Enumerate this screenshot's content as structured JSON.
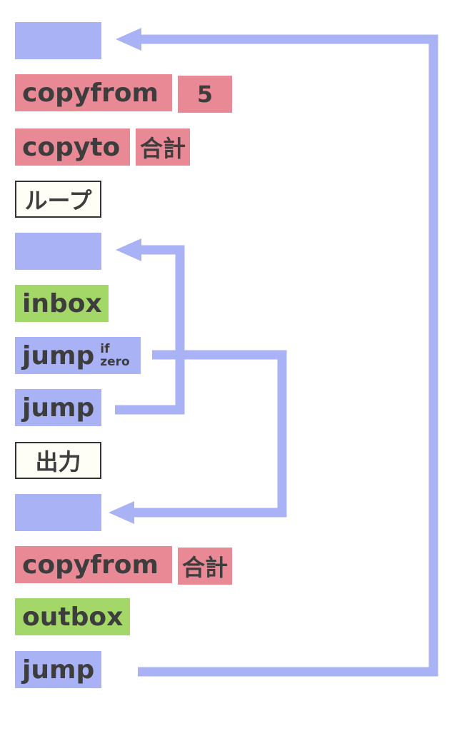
{
  "program": {
    "copyfrom_1": {
      "command": "copyfrom",
      "arg": "5"
    },
    "copyto_1": {
      "command": "copyto",
      "arg": "合計"
    },
    "label_loop": {
      "text": "ループ"
    },
    "inbox_1": {
      "command": "inbox"
    },
    "jumpifzero_1": {
      "command": "jump",
      "sup_top": "if",
      "sup_bottom": "zero"
    },
    "jump_1": {
      "command": "jump"
    },
    "label_output": {
      "text": "出力"
    },
    "copyfrom_2": {
      "command": "copyfrom",
      "arg": "合計"
    },
    "outbox_1": {
      "command": "outbox"
    },
    "jump_2": {
      "command": "jump"
    }
  },
  "colors": {
    "jump": "#aab2f6",
    "memory": "#e88995",
    "io": "#a3d768",
    "label_bg": "#fffef6",
    "arrow": "#aab2f6"
  }
}
